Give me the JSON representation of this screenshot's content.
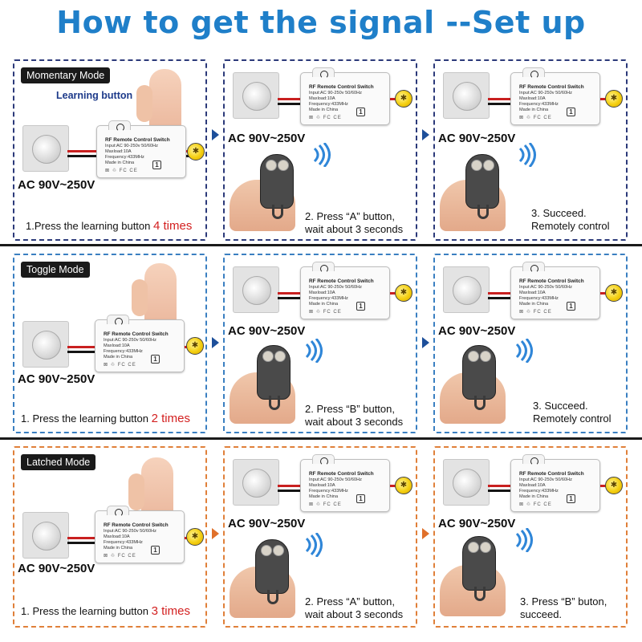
{
  "title": "How to get the signal --Set up",
  "colors": {
    "title_blue": "#1f7fc9",
    "accent_red": "#d32020",
    "frame_dark_blue": "#2c3a7a",
    "frame_light_blue": "#3a7fc1",
    "frame_orange": "#e0803a"
  },
  "product": {
    "name": "RF Remote Control Switch",
    "input": "Input:AC 90-250v 50/60Hz",
    "maxload": "Maxload:10A",
    "frequency": "Frequency:433MHz",
    "origin": "Made in China",
    "badge": "1",
    "ac_label": "AC 90V~250V"
  },
  "learning_button_label": "Learning button",
  "rows": [
    {
      "mode": "Momentary Mode",
      "step1_prefix": "1.Press the learning button ",
      "step1_count": "4 times",
      "step2_line1": "2. Press “A” button,",
      "step2_line2": "wait about 3 seconds",
      "step3_line1": "3.  Succeed.",
      "step3_line2": "Remotely control"
    },
    {
      "mode": "Toggle Mode",
      "step1_prefix": "1. Press the learning button ",
      "step1_count": "2 times",
      "step2_line1": "2. Press “B” button,",
      "step2_line2": "wait about 3 seconds",
      "step3_line1": "3.  Succeed.",
      "step3_line2": "Remotely control"
    },
    {
      "mode": "Latched Mode",
      "step1_prefix": "1. Press the learning button ",
      "step1_count": "3 times",
      "step2_line1": "2. Press “A” button,",
      "step2_line2": "wait about 3 seconds",
      "step3_line1": "3.  Press “B” buton,",
      "step3_line2": "succeed."
    }
  ],
  "icons": [
    "learning-finger-icon",
    "wall-sensor-icon",
    "light-bulb-icon",
    "remote-key-fob-icon",
    "wifi-signal-icon",
    "arrow-right-icon"
  ]
}
